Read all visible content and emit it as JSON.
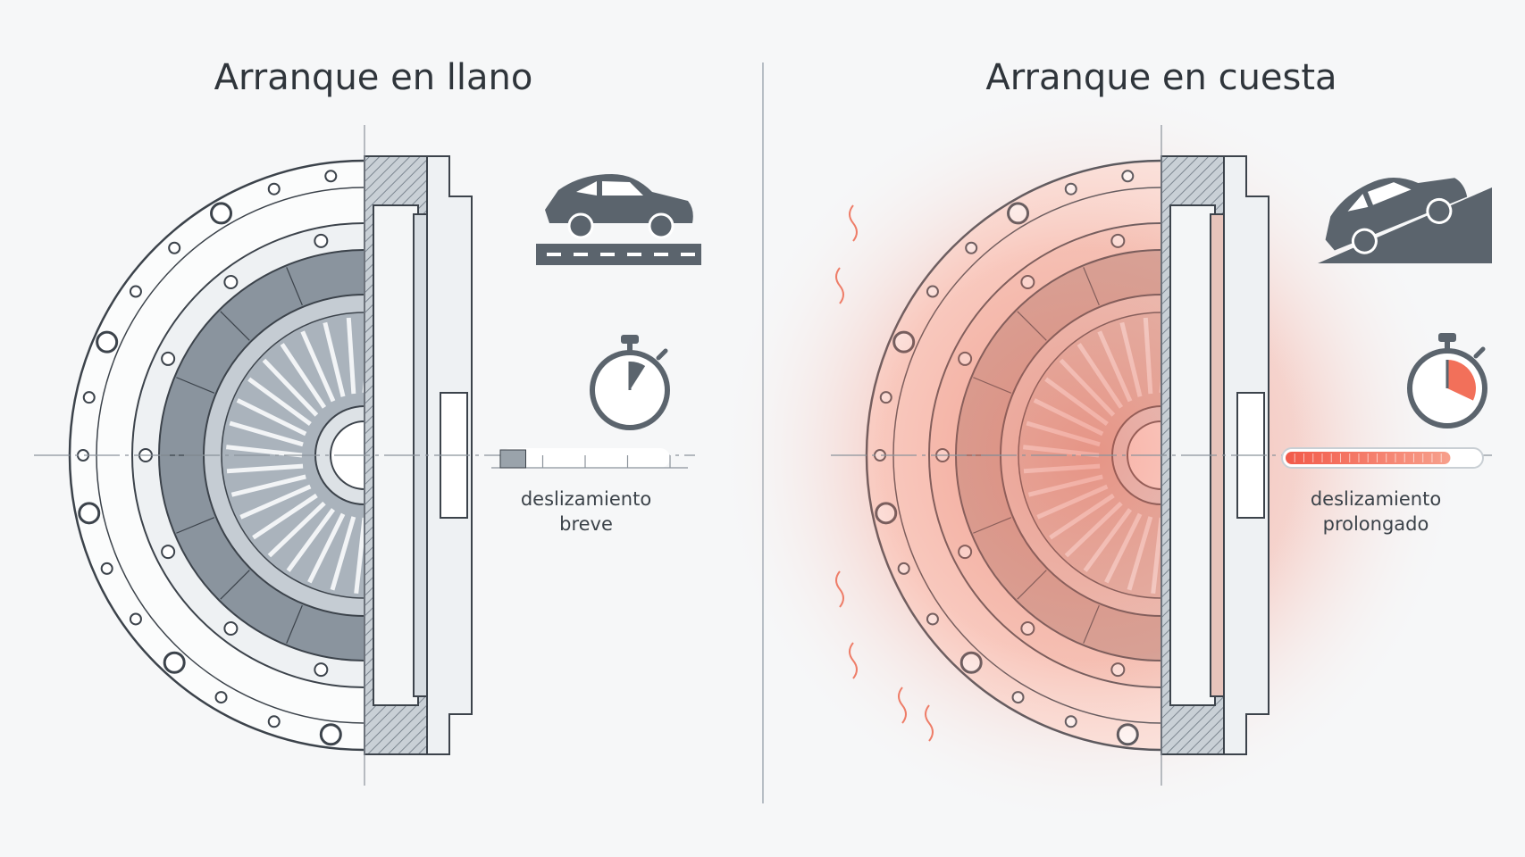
{
  "panels": [
    {
      "id": "flat",
      "title": "Arranque en llano",
      "icon": "car-on-flat-road-icon",
      "timer_icon": "stopwatch-short-icon",
      "slip_label_line1": "deslizamiento",
      "slip_label_line2": "breve",
      "slip_level": 0.15,
      "heat": false
    },
    {
      "id": "hill",
      "title": "Arranque en cuesta",
      "icon": "car-on-slope-icon",
      "timer_icon": "stopwatch-long-icon",
      "slip_label_line1": "deslizamiento",
      "slip_label_line2": "prolongado",
      "slip_level": 0.85,
      "heat": true
    }
  ],
  "colors": {
    "line": "#3c434b",
    "metal_fill": "#8a949e",
    "metal_light": "#c5ccd3",
    "icon": "#5b646d",
    "heat": "#f2705a",
    "background": "#f6f7f8"
  }
}
